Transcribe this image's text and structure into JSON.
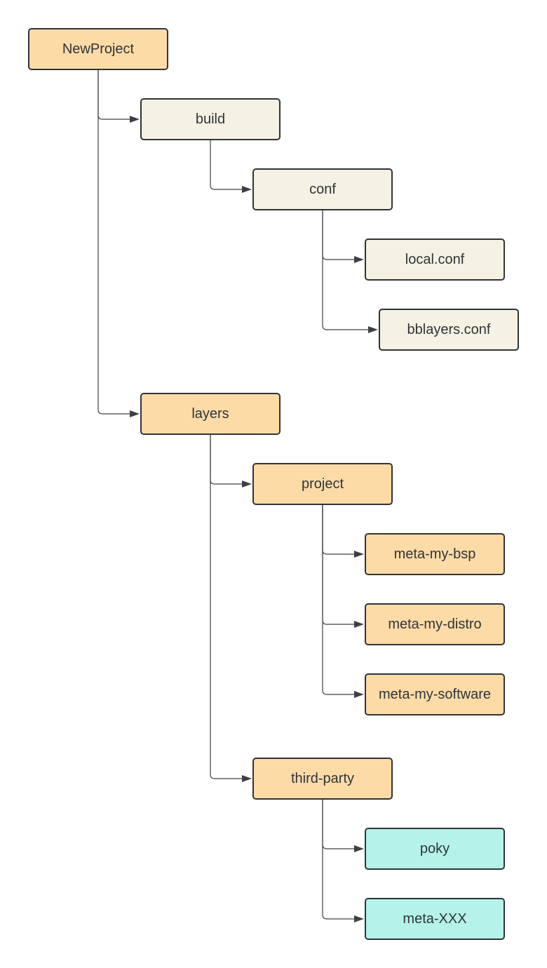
{
  "colors": {
    "orange": "#fddba7",
    "cream": "#f5f1e3",
    "teal": "#b4f2ea",
    "line": "#3c4046"
  },
  "nodes": {
    "newproject": {
      "label": "NewProject",
      "color": "orange"
    },
    "build": {
      "label": "build",
      "color": "cream"
    },
    "conf": {
      "label": "conf",
      "color": "cream"
    },
    "local_conf": {
      "label": "local.conf",
      "color": "cream"
    },
    "bblayers_conf": {
      "label": "bblayers.conf",
      "color": "cream"
    },
    "layers": {
      "label": "layers",
      "color": "orange"
    },
    "project": {
      "label": "project",
      "color": "orange"
    },
    "meta_my_bsp": {
      "label": "meta-my-bsp",
      "color": "orange"
    },
    "meta_my_distro": {
      "label": "meta-my-distro",
      "color": "orange"
    },
    "meta_my_software": {
      "label": "meta-my-software",
      "color": "orange"
    },
    "third_party": {
      "label": "third-party",
      "color": "orange"
    },
    "poky": {
      "label": "poky",
      "color": "teal"
    },
    "meta_xxx": {
      "label": "meta-XXX",
      "color": "teal"
    }
  },
  "edges": [
    [
      "newproject",
      "build"
    ],
    [
      "newproject",
      "layers"
    ],
    [
      "build",
      "conf"
    ],
    [
      "conf",
      "local_conf"
    ],
    [
      "conf",
      "bblayers_conf"
    ],
    [
      "layers",
      "project"
    ],
    [
      "layers",
      "third_party"
    ],
    [
      "project",
      "meta_my_bsp"
    ],
    [
      "project",
      "meta_my_distro"
    ],
    [
      "project",
      "meta_my_software"
    ],
    [
      "third_party",
      "poky"
    ],
    [
      "third_party",
      "meta_xxx"
    ]
  ]
}
